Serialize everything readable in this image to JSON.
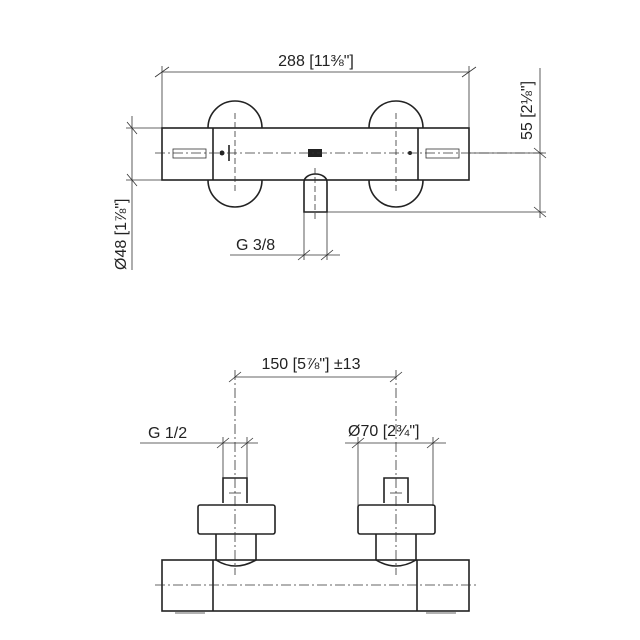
{
  "top_view": {
    "width_dim": "288 [11⅜\"]",
    "height_dim": "55 [2⅛\"]",
    "diameter_dim": "Ø48 [1⅞\"]",
    "outlet_thread": "G 3/8"
  },
  "front_view": {
    "spacing_dim": "150 [5⅞\"] ±13",
    "inlet_thread": "G 1/2",
    "knob_diameter_dim": "Ø70 [2¾\"]"
  }
}
